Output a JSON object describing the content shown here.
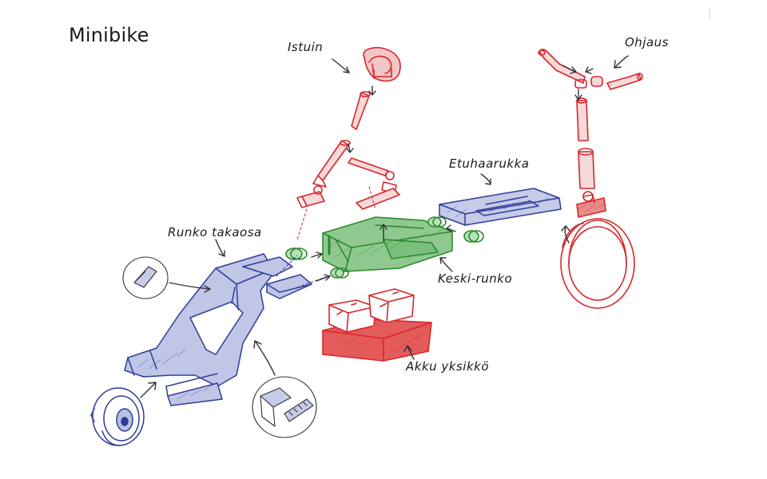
{
  "title": "Minibike",
  "labels": {
    "seat": "Istuin",
    "steering": "Ohjaus",
    "front_fork": "Etuhaarukka",
    "rear_frame": "Runko takaosa",
    "middle_frame": "Keski-runko",
    "battery_unit": "Akku yksikkö"
  },
  "colors": {
    "red": "#d8262a",
    "blue": "#2f3d97",
    "green": "#2a8a2d",
    "ink": "#333333"
  }
}
